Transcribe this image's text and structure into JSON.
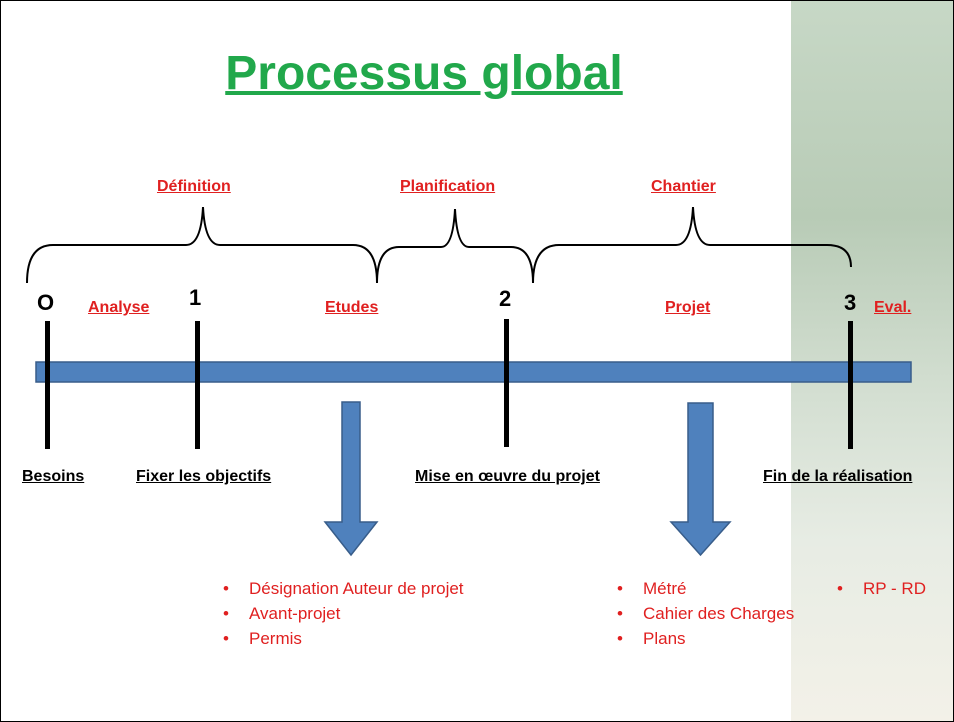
{
  "title": "Processus global",
  "phases": {
    "definition": "Définition",
    "planification": "Planification",
    "chantier": "Chantier"
  },
  "milestone_numbers": [
    "O",
    "1",
    "2",
    "3"
  ],
  "steps": {
    "analyse": "Analyse",
    "etudes": "Etudes",
    "projet": "Projet",
    "eval": "Eval."
  },
  "milestone_labels": {
    "besoins": "Besoins",
    "objectifs": "Fixer les objectifs",
    "mise_en_oeuvre": "Mise en œuvre du projet",
    "fin": "Fin de la réalisation"
  },
  "lists": {
    "etudes": [
      "Désignation Auteur de projet",
      "Avant-projet",
      "Permis"
    ],
    "projet": [
      "Métré",
      "Cahier des Charges",
      "Plans"
    ],
    "eval": [
      "RP - RD"
    ]
  },
  "colors": {
    "title": "#21a84b",
    "accent_red": "#e02020",
    "timeline_blue": "#4f81bd",
    "timeline_border": "#385d8a"
  }
}
